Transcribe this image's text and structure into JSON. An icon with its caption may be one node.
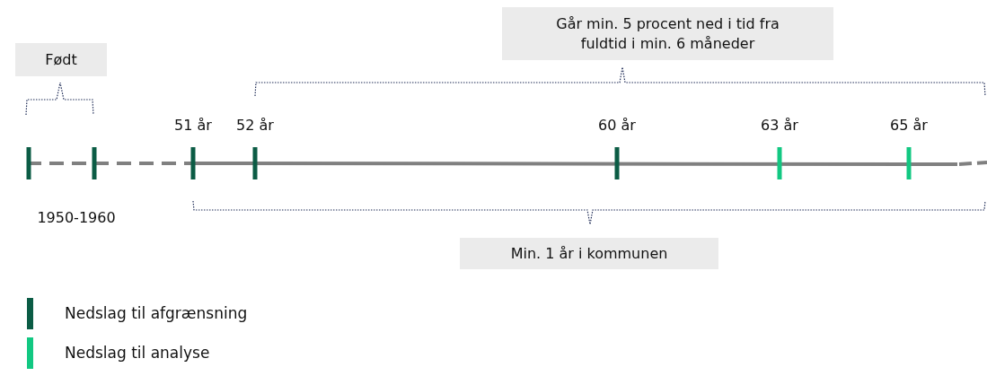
{
  "diagram": {
    "nodes": [
      {
        "text": [
          "Født"
        ]
      },
      {
        "text": [
          "Går min. 5 procent ned i tid fra fuldtid i min. 6 måneder"
        ]
      },
      {
        "text": [
          "Min. 1 år i kommunen"
        ]
      }
    ],
    "labels": [
      "51 år",
      "52 år",
      "60 år",
      "63 år",
      "65 år",
      "1950-1960"
    ],
    "legend": [
      {
        "text": "Nedslag til afgrænsning",
        "color": "#0b5c45"
      },
      {
        "text": "Nedslag til analyse",
        "color": "#12c882"
      }
    ]
  }
}
